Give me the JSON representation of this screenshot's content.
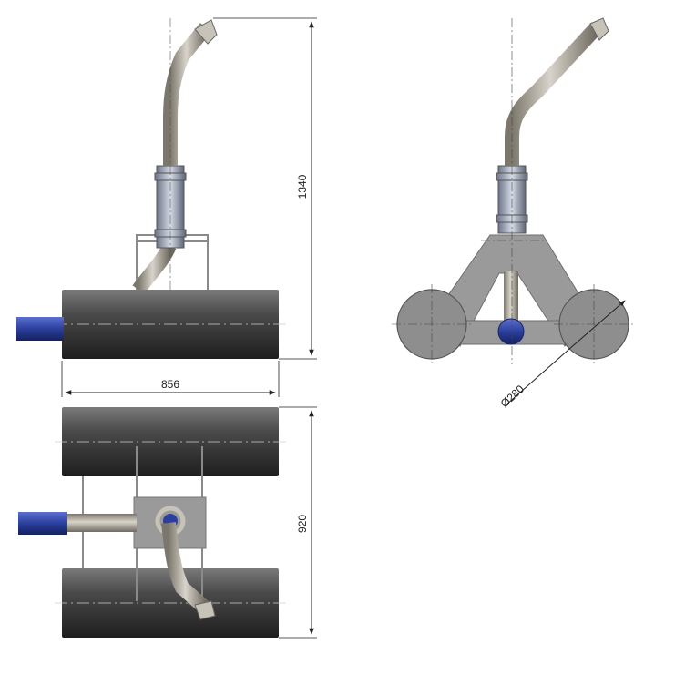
{
  "dimensions": {
    "height_total": "1340",
    "length": "856",
    "width_total": "920",
    "diameter": "Ø280"
  },
  "colors": {
    "muffler_body": "#3a3a3a",
    "pipe_steel": "#a8a39a",
    "inlet_blue": "#2b3f9e",
    "bracket_gray": "#9a9a9a",
    "dimension_line": "#222222"
  },
  "icons": {
    "inlet": "blue-pipe-inlet",
    "outlet": "angled-exhaust-tip"
  }
}
